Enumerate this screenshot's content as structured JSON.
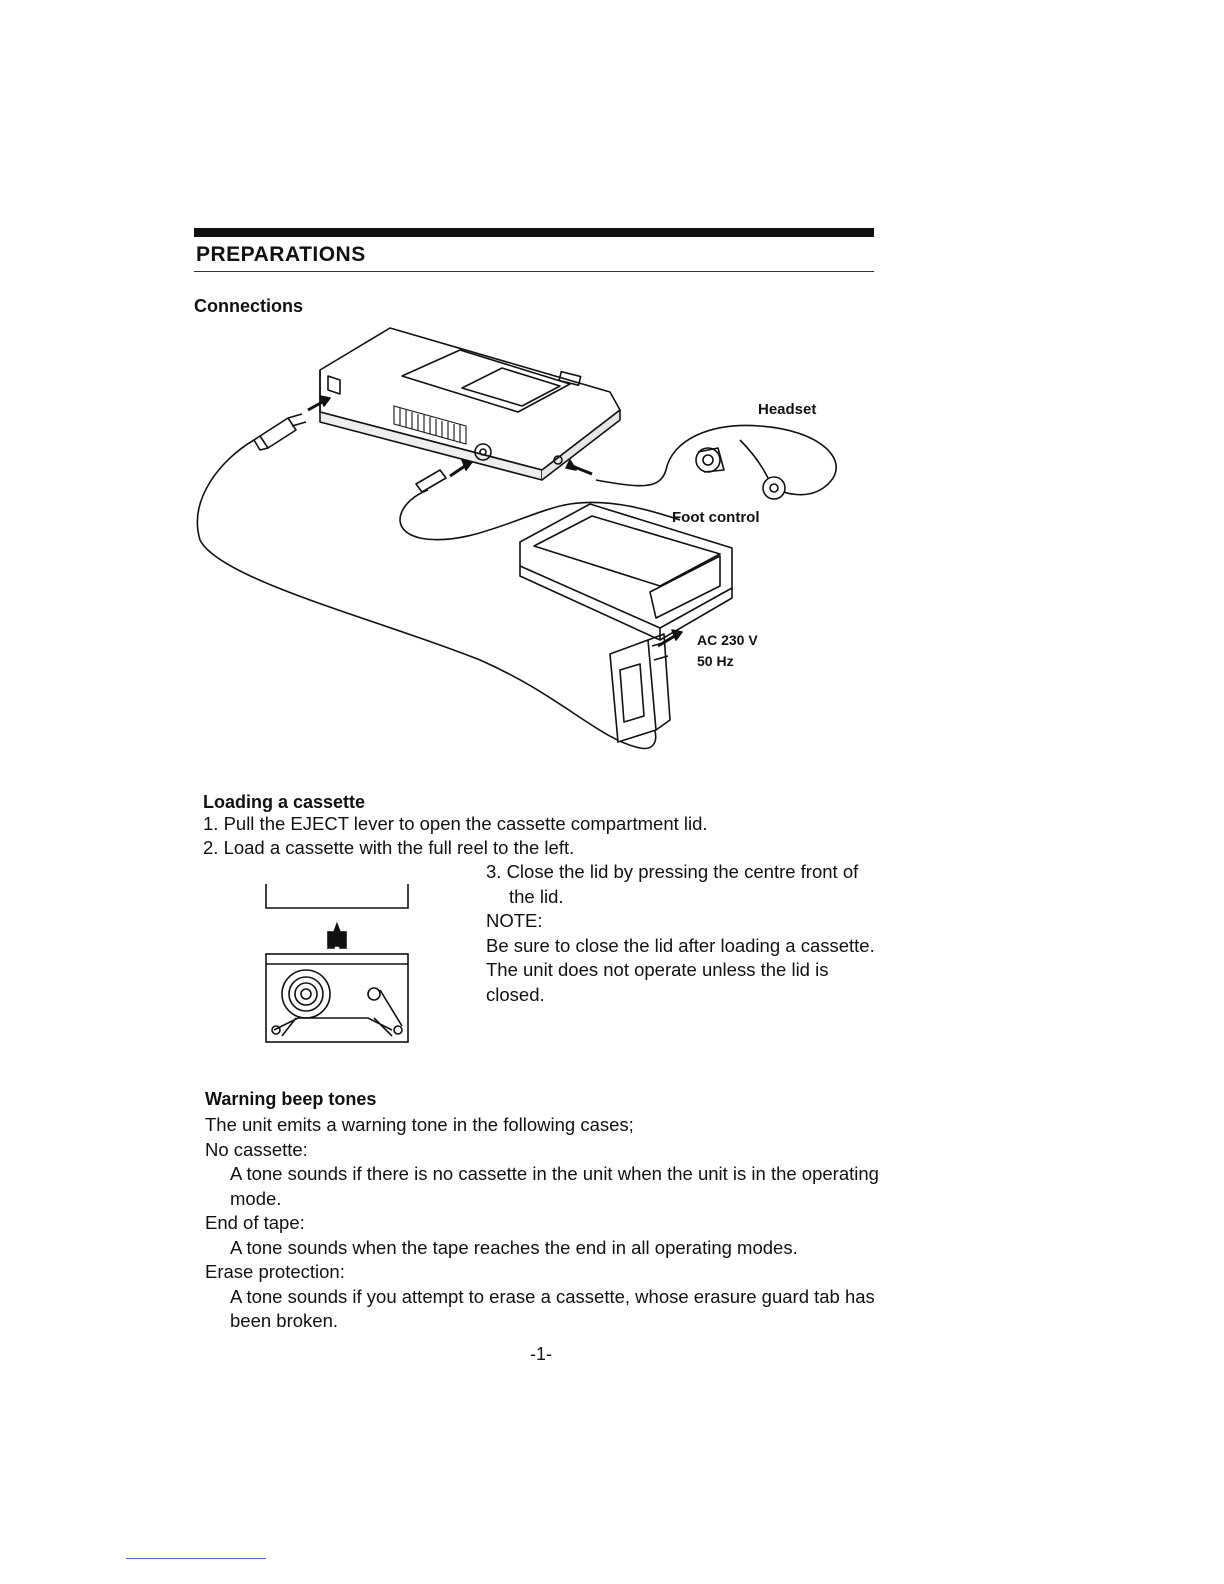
{
  "header": {
    "title": "PREPARATIONS"
  },
  "connections": {
    "heading": "Connections",
    "labels": {
      "headset": "Headset",
      "foot_control": "Foot control",
      "ac_voltage": "AC 230 V",
      "ac_freq": "50 Hz"
    }
  },
  "loading": {
    "heading": "Loading a cassette",
    "step1": "1. Pull the EJECT lever to open the cassette compartment lid.",
    "step2": "2. Load a cassette with the full reel to the left.",
    "step3_line1": "3. Close the lid by pressing the centre front of",
    "step3_line2": "the lid.",
    "note_label": "NOTE:",
    "note_text": "Be sure to close the lid after loading a cassette. The unit does not operate unless the lid is closed."
  },
  "warning": {
    "heading": "Warning beep tones",
    "intro": "The unit emits a warning tone in the following cases;",
    "case1_label": "No cassette:",
    "case1_text": "A tone sounds if there is no cassette in the unit when the unit is in the operating mode.",
    "case2_label": "End of tape:",
    "case2_text": "A tone sounds when the tape reaches the end in all operating modes.",
    "case3_label": "Erase protection:",
    "case3_text": "A tone sounds if you attempt to erase a cassette, whose erasure guard tab has been broken."
  },
  "footer": {
    "page_number": "-1-"
  }
}
